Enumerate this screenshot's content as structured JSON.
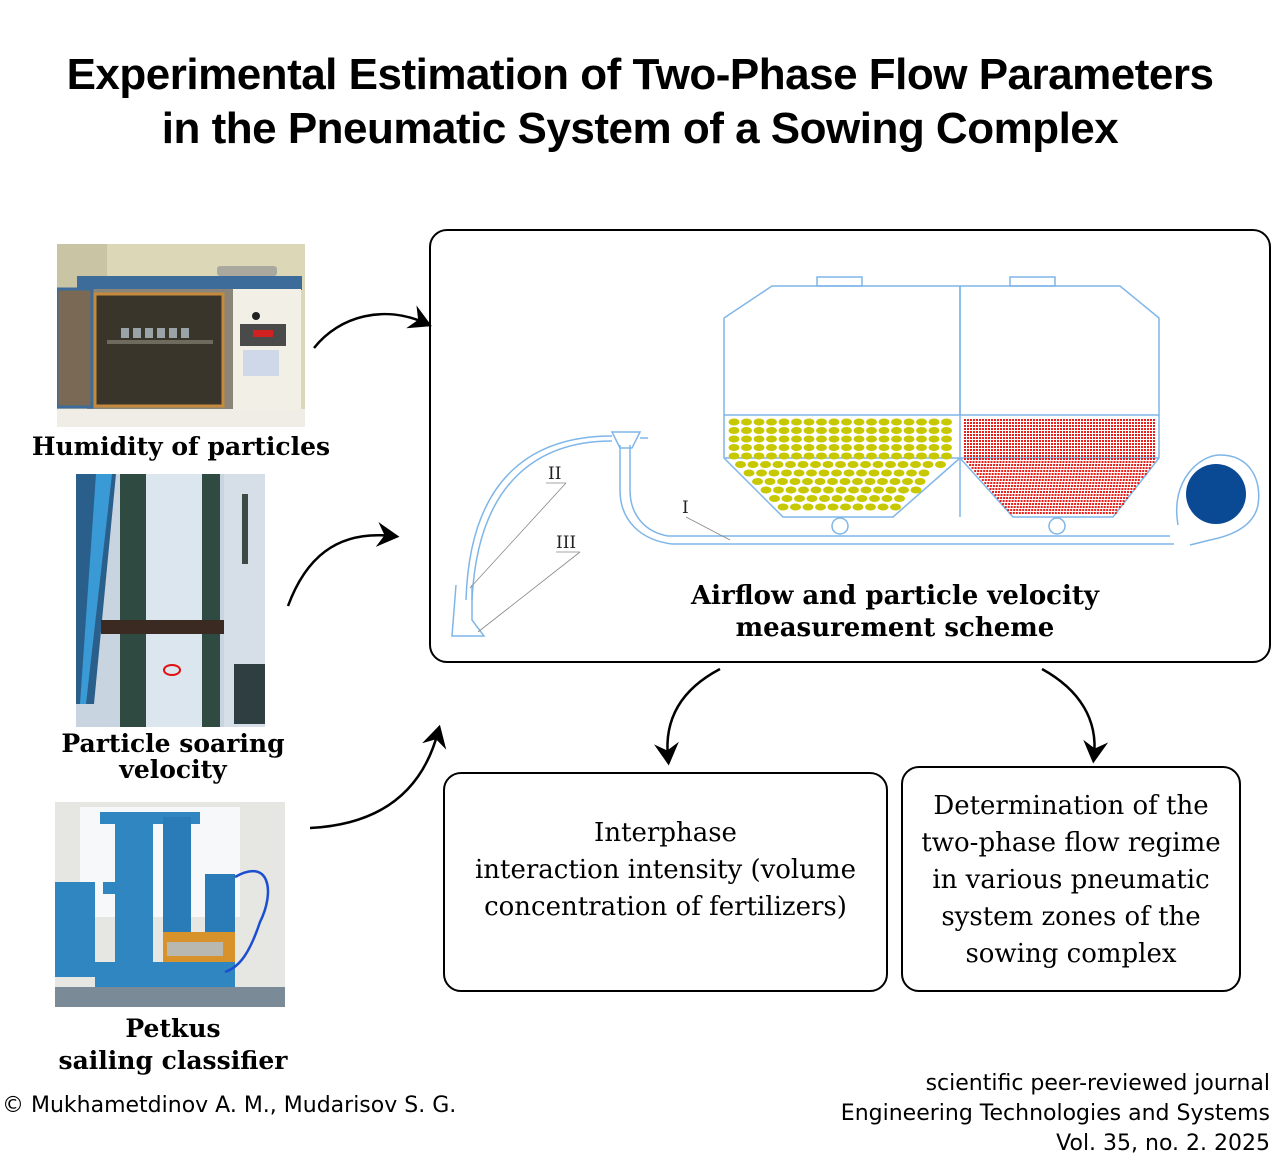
{
  "title": {
    "line1": "Experimental Estimation of Two-Phase Flow  Parameters",
    "line2": "in the Pneumatic System of a Sowing Complex"
  },
  "inputs": [
    {
      "caption": "Humidity of particles",
      "photo": "drying-oven-photo"
    },
    {
      "caption_line1": "Particle soaring",
      "caption_line2": "velocity",
      "photo": "vertical-tube-photo"
    },
    {
      "caption_line1": "Petkus",
      "caption_line2": "sailing classifier",
      "photo": "petkus-classifier-photo"
    }
  ],
  "scheme": {
    "caption_line1": "Airflow and particle velocity",
    "caption_line2": "measurement scheme",
    "labels": {
      "section1": "I",
      "section2": "II",
      "section3": "III"
    },
    "colors": {
      "outline": "#7fb6e8",
      "left_hopper_particles": "#c8c800",
      "right_hopper_particles": "#e8201c",
      "fan": "#0a4a94"
    }
  },
  "outputs": [
    {
      "lines": [
        "Interphase",
        "interaction intensity (volume",
        "concentration of fertilizers)"
      ]
    },
    {
      "lines": [
        "Determination of the",
        "two-phase flow regime",
        "in various pneumatic",
        "system zones of the",
        "sowing complex"
      ]
    }
  ],
  "footer": {
    "copyright": "© Mukhametdinov A. M., Mudarisov S. G.",
    "journal_line1": "scientific peer-reviewed journal",
    "journal_line2": "Engineering Technologies and Systems",
    "journal_line3": "Vol. 35, no. 2. 2025"
  }
}
